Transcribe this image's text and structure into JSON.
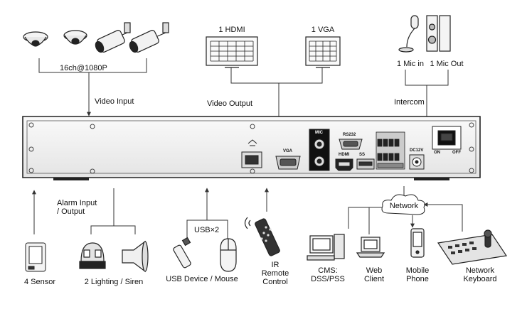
{
  "top": {
    "cameras_label": "16ch@1080P",
    "video_input_label": "Video Input",
    "hdmi_label": "1 HDMI",
    "vga_monitor_label": "1 VGA",
    "video_output_label": "Video Output",
    "mic_in_label": "1 Mic in",
    "mic_out_label": "1 Mic Out",
    "intercom_label": "Intercom"
  },
  "panel": {
    "vga_port_label": "VGA",
    "mic_label": "MIC",
    "rs232_label": "RS232",
    "hdmi_port_label": "HDMI",
    "usb_port_label": "SS",
    "power_in_label": "DC12V",
    "switch_on_label": "ON",
    "switch_off_label": "OFF"
  },
  "bottom": {
    "alarm_label": "Alarm Input\n/ Output",
    "usb_label": "USB×2",
    "network_label": "Network",
    "sensor_label": "4 Sensor",
    "lighting_label": "2 Lighting / Siren",
    "usb_device_label": "USB Device / Mouse",
    "ir_label": "IR\nRemote\nControl",
    "cms_label": "CMS:\nDSS/PSS",
    "web_label": "Web\nClient",
    "mobile_label": "Mobile\nPhone",
    "keyboard_label": "Network\nKeyboard"
  }
}
